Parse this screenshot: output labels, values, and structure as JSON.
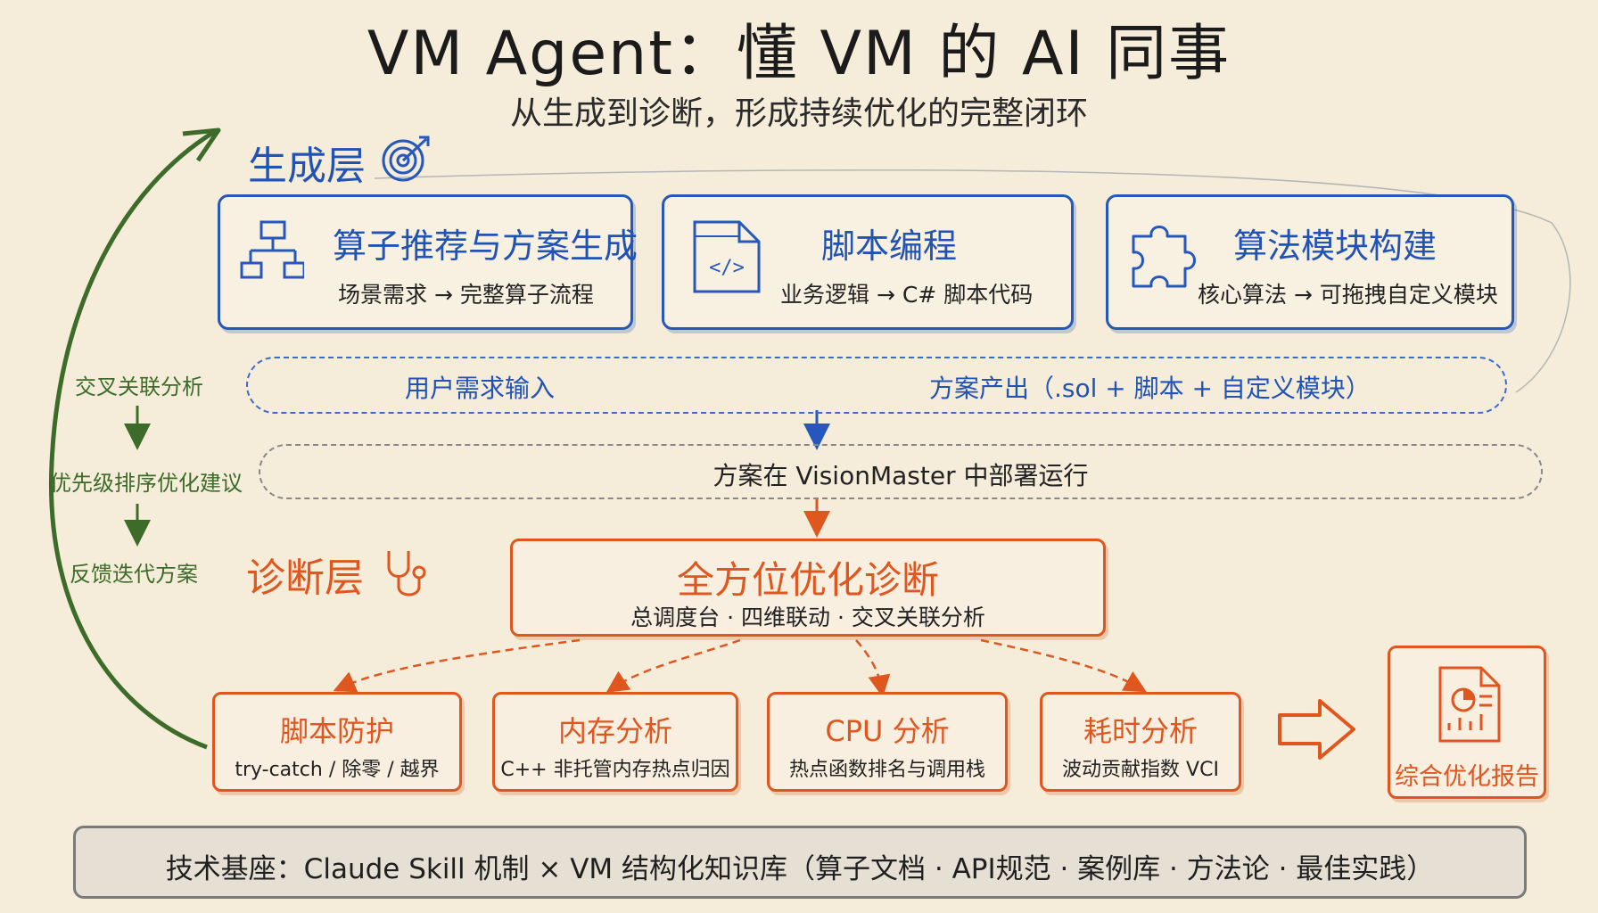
{
  "header": {
    "title": "VM Agent：懂 VM 的 AI 同事",
    "subtitle": "从生成到诊断，形成持续优化的完整闭环"
  },
  "generation": {
    "label": "生成层",
    "cards": [
      {
        "title": "算子推荐与方案生成",
        "desc": "场景需求 → 完整算子流程",
        "icon": "flowchart-icon"
      },
      {
        "title": "脚本编程",
        "desc": "业务逻辑 → C# 脚本代码",
        "icon": "code-file-icon"
      },
      {
        "title": "算法模块构建",
        "desc": "核心算法 → 可拖拽自定义模块",
        "icon": "puzzle-icon"
      }
    ],
    "flow_left": "用户需求输入",
    "flow_right": "方案产出（.sol + 脚本 + 自定义模块）"
  },
  "deploy": {
    "text": "方案在 VisionMaster 中部署运行"
  },
  "diagnosis": {
    "label": "诊断层",
    "main_title": "全方位优化诊断",
    "main_desc": "总调度台 · 四维联动 · 交叉关联分析",
    "cards": [
      {
        "title": "脚本防护",
        "desc": "try-catch / 除零 / 越界"
      },
      {
        "title": "内存分析",
        "desc": "C++ 非托管内存热点归因"
      },
      {
        "title": "CPU 分析",
        "desc": "热点函数排名与调用栈"
      },
      {
        "title": "耗时分析",
        "desc": "波动贡献指数 VCI"
      }
    ],
    "report": "综合优化报告"
  },
  "feedback": {
    "steps": [
      "交叉关联分析",
      "优先级排序优化建议",
      "反馈迭代方案"
    ]
  },
  "footer": {
    "text": "技术基座：Claude Skill 机制 × VM 结构化知识库（算子文档 · API规范 · 案例库 · 方法论 · 最佳实践）"
  },
  "colors": {
    "generation": "#2557bd",
    "diagnosis": "#e0561f",
    "feedback": "#3d6b2a",
    "background": "#f5ecd9"
  }
}
